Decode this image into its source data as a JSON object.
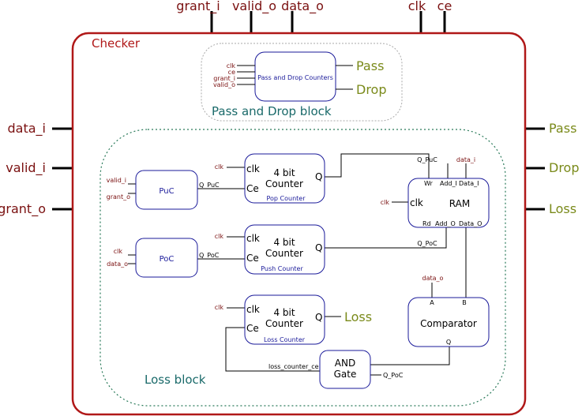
{
  "outer_ports": {
    "top": [
      "grant_i",
      "valid_o",
      "data_o",
      "clk",
      "ce"
    ],
    "left": [
      "data_i",
      "valid_i",
      "grant_o"
    ],
    "right": [
      "Pass",
      "Drop",
      "Loss"
    ]
  },
  "checker": {
    "title": "Checker"
  },
  "pass_drop": {
    "block_label": "Pass and Drop block",
    "module_label": "Pass and Drop Counters",
    "inputs": [
      "clk",
      "ce",
      "grant_i",
      "valid_o"
    ],
    "out_pass": "Pass",
    "out_drop": "Drop"
  },
  "puc": {
    "label": "PuC",
    "in_valid": "valid_i",
    "in_grant": "grant_o",
    "out": "Q_PuC"
  },
  "poc": {
    "label": "PoC",
    "in_clk": "clk",
    "in_data": "data_o",
    "out": "Q_PoC"
  },
  "pop_counter": {
    "in_clk_label": "clk",
    "clk": "clk",
    "ce": "Ce",
    "line1": "4 bit",
    "line2": "Counter",
    "q": "Q",
    "caption": "Pop Counter"
  },
  "push_counter": {
    "in_clk_label": "clk",
    "clk": "clk",
    "ce": "Ce",
    "line1": "4 bit",
    "line2": "Counter",
    "q": "Q",
    "caption": "Push Counter"
  },
  "loss_counter": {
    "in_clk_label": "clk",
    "clk": "clk",
    "ce": "Ce",
    "line1": "4 bit",
    "line2": "Counter",
    "q": "Q",
    "caption": "Loss Counter",
    "out": "Loss"
  },
  "ram": {
    "label": "RAM",
    "clk": "clk",
    "in_clk_label": "clk",
    "wr": "Wr",
    "add_i": "Add_I",
    "data_i": "Data_I",
    "rd": "Rd",
    "add_o": "Add_O",
    "data_o": "Data_O",
    "q_puc": "Q_PuC",
    "data_i_in": "data_i",
    "q_poc": "Q_PoC"
  },
  "comparator": {
    "label": "Comparator",
    "a": "A",
    "b": "B",
    "q": "Q",
    "data_o_in": "data_o"
  },
  "and_gate": {
    "line1": "AND",
    "line2": "Gate",
    "in_q_poc": "Q_PoC",
    "out_wire": "loss_counter_ce"
  },
  "loss_block": {
    "label": "Loss block"
  },
  "colors": {
    "dark_red": "#7a1010",
    "red_border": "#b01818",
    "blue": "#1a1a9a",
    "olive": "#7a8a1a",
    "teal": "#1a6a6a",
    "green_dot": "#2a7a5a",
    "black": "#000000",
    "gray": "#aaaaaa"
  }
}
